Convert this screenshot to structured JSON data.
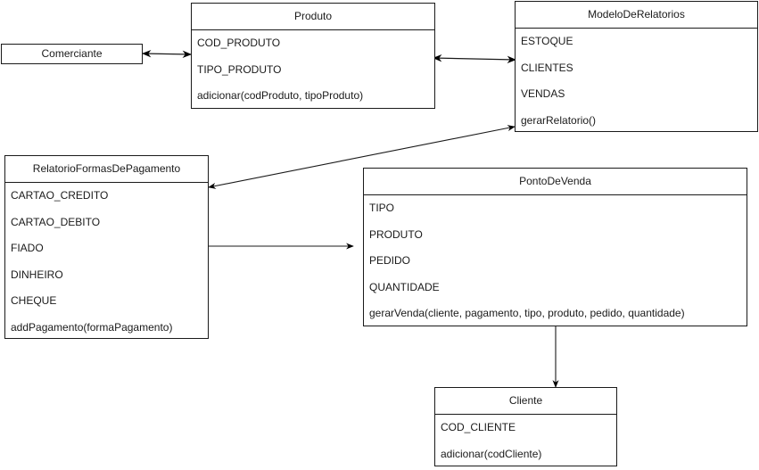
{
  "diagram": {
    "classes": {
      "comerciante": {
        "name": "Comerciante"
      },
      "produto": {
        "name": "Produto",
        "members": [
          "COD_PRODUTO",
          "TIPO_PRODUTO",
          "adicionar(codProduto, tipoProduto)"
        ]
      },
      "modelo": {
        "name": "ModeloDeRelatorios",
        "members": [
          "ESTOQUE",
          "CLIENTES",
          "VENDAS",
          "gerarRelatorio()"
        ]
      },
      "relatorio": {
        "name": "RelatorioFormasDePagamento",
        "members": [
          "CARTAO_CREDITO",
          "CARTAO_DEBITO",
          "FIADO",
          "DINHEIRO",
          "CHEQUE",
          "addPagamento(formaPagamento)"
        ]
      },
      "ponto": {
        "name": "PontoDeVenda",
        "members": [
          "TIPO",
          "PRODUTO",
          "PEDIDO",
          "QUANTIDADE",
          "gerarVenda(cliente, pagamento, tipo, produto, pedido, quantidade)"
        ]
      },
      "cliente": {
        "name": "Cliente",
        "members": [
          "COD_CLIENTE",
          "adicionar(codCliente)"
        ]
      }
    },
    "edges": [
      {
        "from": "Comerciante",
        "to": "Produto",
        "type": "bidirectional"
      },
      {
        "from": "Produto",
        "to": "ModeloDeRelatorios",
        "type": "bidirectional"
      },
      {
        "from": "ModeloDeRelatorios",
        "to": "RelatorioFormasDePagamento",
        "type": "bidirectional"
      },
      {
        "from": "RelatorioFormasDePagamento",
        "to": "PontoDeVenda",
        "type": "directed"
      },
      {
        "from": "PontoDeVenda",
        "to": "Cliente",
        "type": "directed"
      }
    ]
  }
}
